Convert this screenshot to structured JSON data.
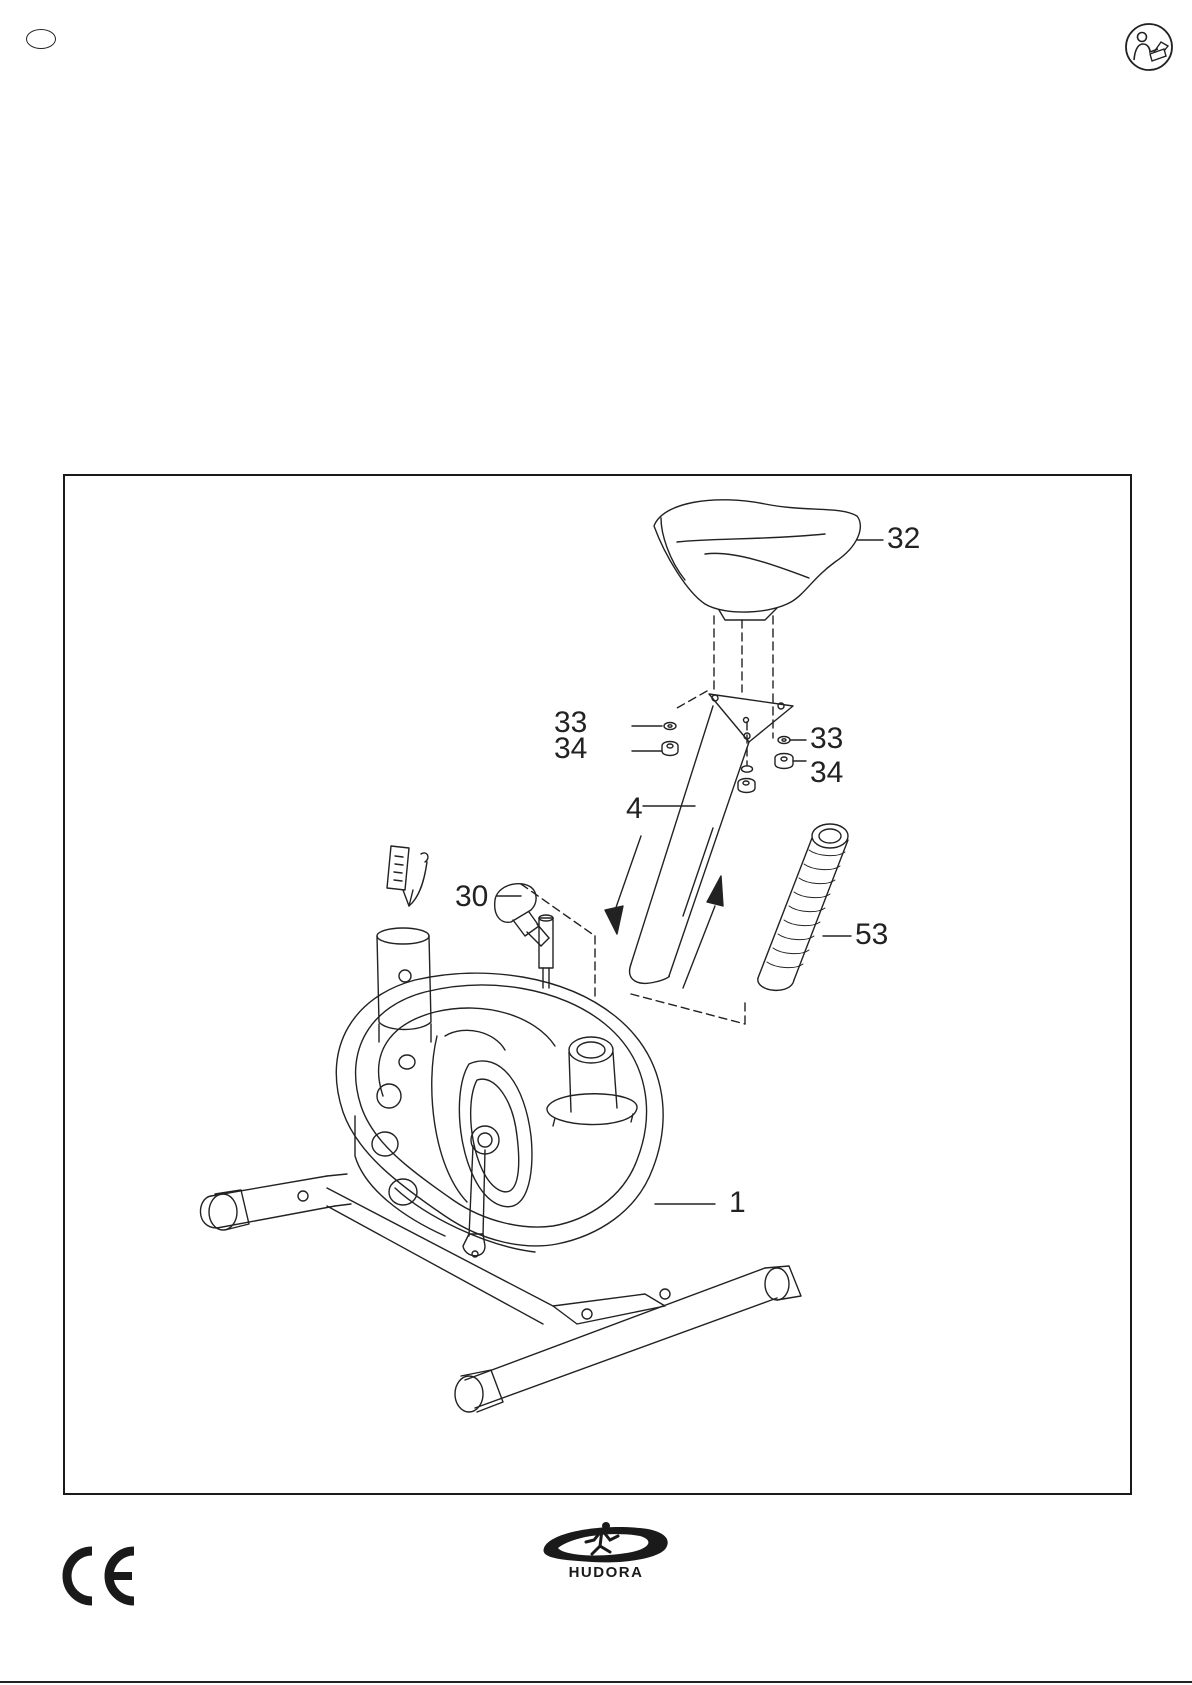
{
  "header": {
    "language_badge": "",
    "manual_icon": "read-manual-icon"
  },
  "figure": {
    "parts": [
      {
        "number": "32",
        "name": "saddle"
      },
      {
        "number": "33",
        "name": "washer-left"
      },
      {
        "number": "34",
        "name": "nut-left"
      },
      {
        "number": "33",
        "name": "washer-right"
      },
      {
        "number": "34",
        "name": "nut-right"
      },
      {
        "number": "4",
        "name": "seat-post"
      },
      {
        "number": "30",
        "name": "adjustment-knob"
      },
      {
        "number": "53",
        "name": "spring-cover"
      },
      {
        "number": "1",
        "name": "main-frame"
      }
    ]
  },
  "footer": {
    "ce_mark": "CE",
    "brand": "HUDORA"
  }
}
